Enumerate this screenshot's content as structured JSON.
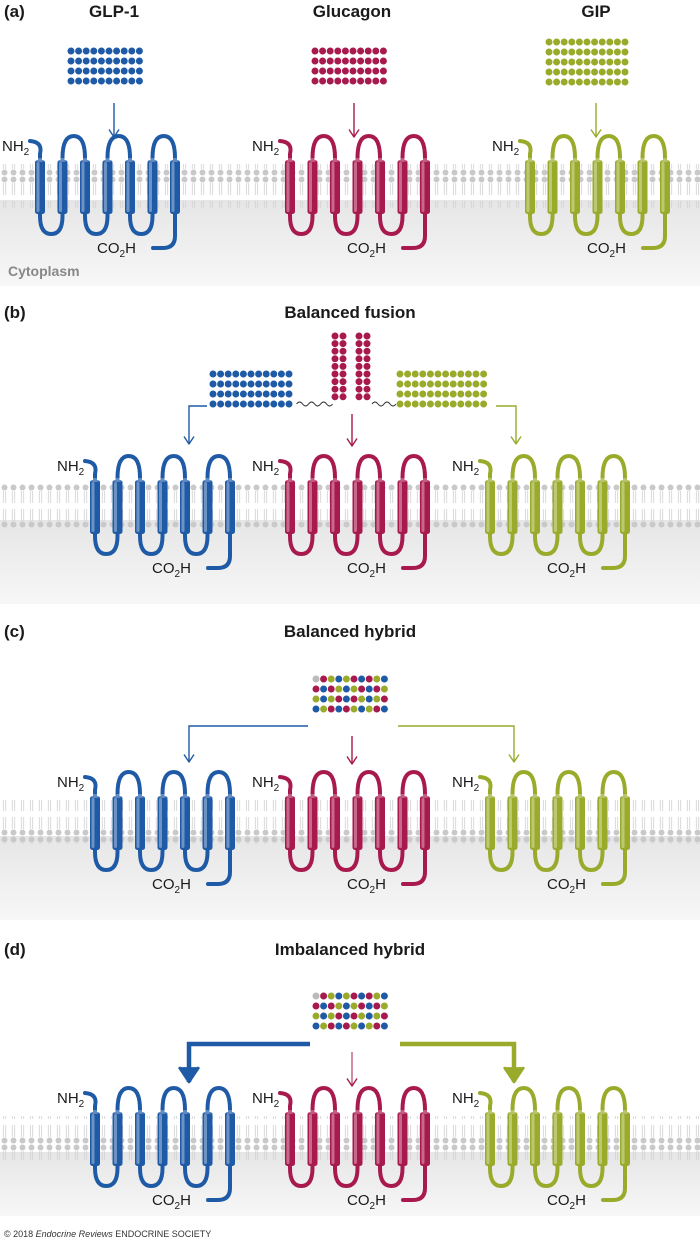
{
  "colors": {
    "glp1": "#1f5aa6",
    "glucagon": "#a8194d",
    "gip": "#9aab2c",
    "membrane_head": "#c9c9c9",
    "cytoplasm": "#eeeeee",
    "text": "#1a1a1a",
    "cytoplasm_label": "#888888"
  },
  "labels": {
    "amino_terminus": "NH",
    "amino_subscript": "2",
    "carboxy_terminus": "CO",
    "carboxy_subscript": "2",
    "carboxy_suffix": "H",
    "cytoplasm": "Cytoplasm",
    "copyright_symbol": "© 2018 ",
    "copyright_journal": "Endocrine Reviews",
    "copyright_publisher": " ENDOCRINE SOCIETY"
  },
  "panels": [
    {
      "id": "a",
      "label": "(a)",
      "title": "",
      "ligand_titles": [
        "GLP-1",
        "Glucagon",
        "GIP"
      ],
      "ligand_type": "separate",
      "receptors": [
        "glp1",
        "glucagon",
        "gip"
      ],
      "signal_strength": [
        "normal",
        "normal",
        "normal"
      ]
    },
    {
      "id": "b",
      "label": "(b)",
      "title": "Balanced fusion",
      "ligand_type": "fusion",
      "receptors": [
        "glp1",
        "glucagon",
        "gip"
      ],
      "signal_strength": [
        "normal",
        "normal",
        "normal"
      ]
    },
    {
      "id": "c",
      "label": "(c)",
      "title": "Balanced hybrid",
      "ligand_type": "hybrid",
      "receptors": [
        "glp1",
        "glucagon",
        "gip"
      ],
      "signal_strength": [
        "normal",
        "normal",
        "normal"
      ]
    },
    {
      "id": "d",
      "label": "(d)",
      "title": "Imbalanced hybrid",
      "ligand_type": "hybrid",
      "receptors": [
        "glp1",
        "glucagon",
        "gip"
      ],
      "signal_strength": [
        "strong",
        "weak",
        "strong"
      ]
    }
  ]
}
